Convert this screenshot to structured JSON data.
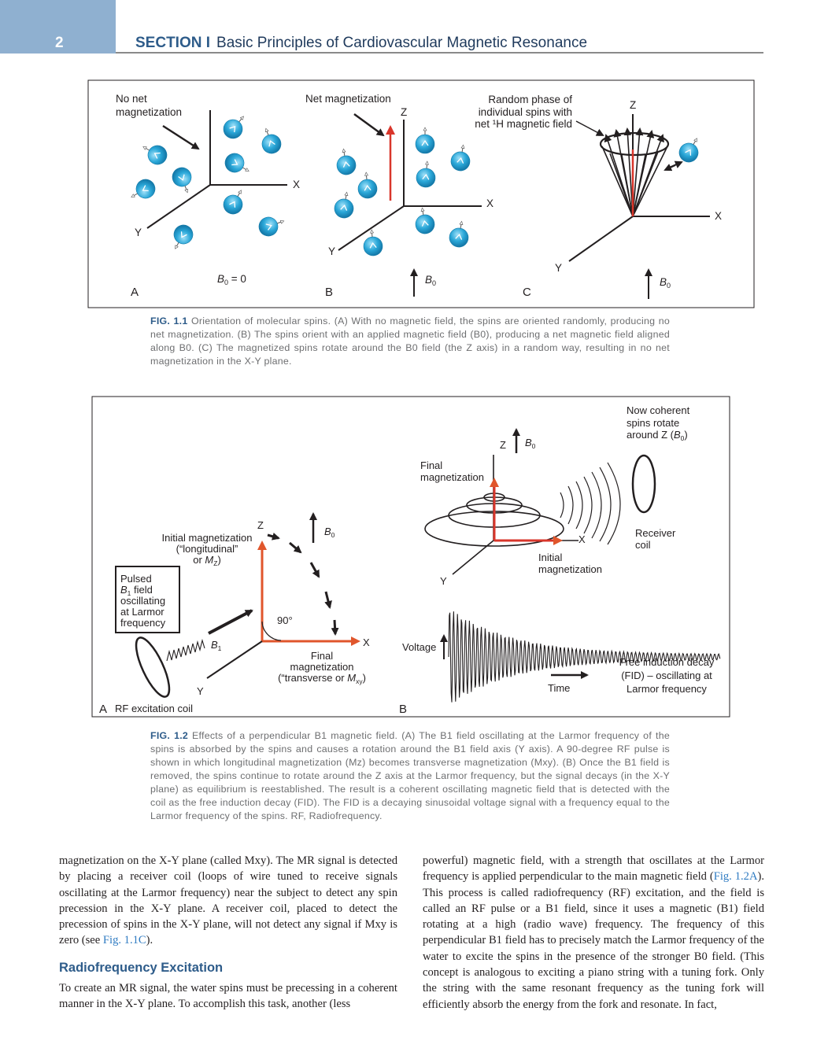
{
  "header": {
    "page_number": "2",
    "section": "SECTION I",
    "title": "Basic Principles of Cardiovascular Magnetic Resonance"
  },
  "fig1": {
    "labels": {
      "no_net_1": "No net",
      "no_net_2": "magnetization",
      "net_mag": "Net magnetization",
      "random_1": "Random phase of",
      "random_2": "individual spins with",
      "random_3": "net ¹H magnetic field",
      "x": "X",
      "y": "Y",
      "z": "Z",
      "b0_zero": "B0 = 0",
      "b0": "B0",
      "panel_a": "A",
      "panel_b": "B",
      "panel_c": "C"
    },
    "caption_label": "FIG. 1.1",
    "caption_text": "Orientation of molecular spins. (A) With no magnetic field, the spins are oriented randomly, producing no net magnetization. (B) The spins orient with an applied magnetic field (B0), producing a net magnetic field aligned along B0. (C) The magnetized spins rotate around the B0 field (the Z axis) in a random way, resulting in no net magnetization in the X-Y plane."
  },
  "fig2": {
    "labels": {
      "pulsed_1": "Pulsed",
      "pulsed_2": "B1 field",
      "pulsed_3": "oscillating",
      "pulsed_4": "at Larmor",
      "pulsed_5": "frequency",
      "initial_1": "Initial magnetization",
      "initial_2": "(“longitudinal”",
      "initial_3": "or Mz)",
      "z": "Z",
      "x": "X",
      "y": "Y",
      "b0": "B0",
      "b1": "B1",
      "angle": "90°",
      "final_1": "Final",
      "final_2": "magnetization",
      "final_3": "(“transverse or Mxy)",
      "rf_coil": "RF excitation coil",
      "panel_a": "A",
      "panel_b": "B",
      "now_1": "Now coherent",
      "now_2": "spins rotate",
      "now_3": "around Z (B0)",
      "final_b_1": "Final",
      "final_b_2": "magnetization",
      "initial_b_1": "Initial",
      "initial_b_2": "magnetization",
      "receiver_1": "Receiver",
      "receiver_2": "coil",
      "voltage": "Voltage",
      "time": "Time",
      "fid_1": "Free induction decay",
      "fid_2": "(FID) – oscillating at",
      "fid_3": "Larmor frequency"
    },
    "caption_label": "FIG. 1.2",
    "caption_text": "Effects of a perpendicular B1 magnetic field. (A) The B1 field oscillating at the Larmor frequency of the spins is absorbed by the spins and causes a rotation around the B1 field axis (Y axis). A 90-degree RF pulse is shown in which longitudinal magnetization (Mz) becomes transverse magnetization (Mxy). (B) Once the B1 field is removed, the spins continue to rotate around the Z axis at the Larmor frequency, but the signal decays (in the X-Y plane) as equilibrium is reestablished. The result is a coherent oscillating magnetic field that is detected with the coil as the free induction decay (FID). The FID is a decaying sinusoidal voltage signal with a frequency equal to the Larmor frequency of the spins. RF, Radiofrequency."
  },
  "body": {
    "left_para1_a": "magnetization on the X-Y plane (called Mxy). The MR signal is detected by placing a receiver coil (loops of wire tuned to receive signals oscillating at the Larmor frequency) near the subject to detect any spin precession in the X-Y plane. A receiver coil, placed to detect the precession of spins in the X-Y plane, will not detect any signal if Mxy is zero (see ",
    "left_para1_link": "Fig. 1.1C",
    "left_para1_b": ").",
    "heading": "Radiofrequency Excitation",
    "left_para2": "To create an MR signal, the water spins must be precessing in a coherent manner in the X-Y plane. To accomplish this task, another (less",
    "right_para_a": "powerful) magnetic field, with a strength that oscillates at the Larmor frequency is applied perpendicular to the main magnetic field (",
    "right_para_link": "Fig. 1.2A",
    "right_para_b": "). This process is called radiofrequency (RF) excitation, and the field is called an RF pulse or a B1 field, since it uses a magnetic (B1) field rotating at a high (radio wave) frequency. The frequency of this perpendicular B1 field has to precisely match the Larmor frequency of the water to excite the spins in the presence of the stronger B0 field. (This concept is analogous to exciting a piano string with a tuning fork. Only the string with the same resonant frequency as the tuning fork will efficiently absorb the energy from the fork and resonate. In fact,"
  },
  "colors": {
    "header_box": "#8fb0d0",
    "heading_blue": "#2e5c8a",
    "link_blue": "#2f7bc2",
    "spin_blue": "#2aa7d8",
    "arrow_red": "#d9362b",
    "caption_gray": "#6d6e70"
  }
}
